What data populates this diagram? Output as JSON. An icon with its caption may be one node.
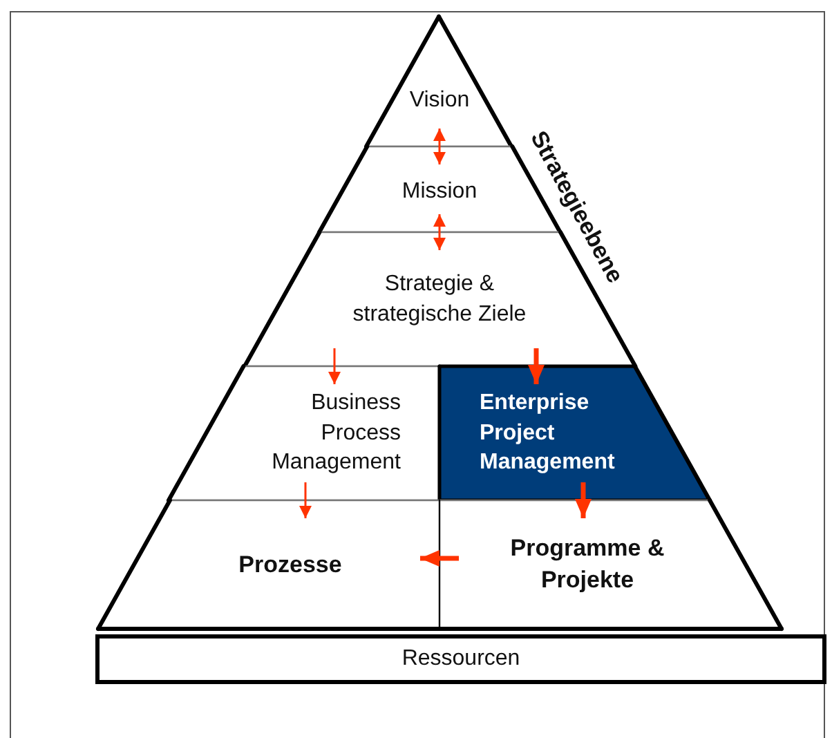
{
  "diagram": {
    "nodes": [
      {
        "text": [
          "Vision"
        ]
      },
      {
        "text": [
          "Mission"
        ]
      },
      {
        "text": [
          "Strategie & strategische Ziele"
        ]
      },
      {
        "text": [
          "Business Process Management"
        ]
      },
      {
        "text": [
          "Enterprise Project Management"
        ]
      },
      {
        "text": [
          "Prozesse"
        ]
      },
      {
        "text": [
          "Programme & Projekte"
        ]
      },
      {
        "text": [
          "Ressourcen"
        ]
      }
    ],
    "edges": [
      {
        "from": 0,
        "to": 1,
        "arrow": "both"
      },
      {
        "from": 1,
        "to": 2,
        "arrow": "both"
      },
      {
        "from": 2,
        "to": 3,
        "arrow": "to"
      },
      {
        "from": 2,
        "to": 4,
        "arrow": "to",
        "style": "thick"
      },
      {
        "from": 3,
        "to": 5,
        "arrow": "to"
      },
      {
        "from": 4,
        "to": 6,
        "arrow": "to",
        "style": "thick"
      },
      {
        "from": 6,
        "to": 5,
        "arrow": "to",
        "style": "thick"
      }
    ],
    "labels": [
      "Strategieebene"
    ]
  }
}
